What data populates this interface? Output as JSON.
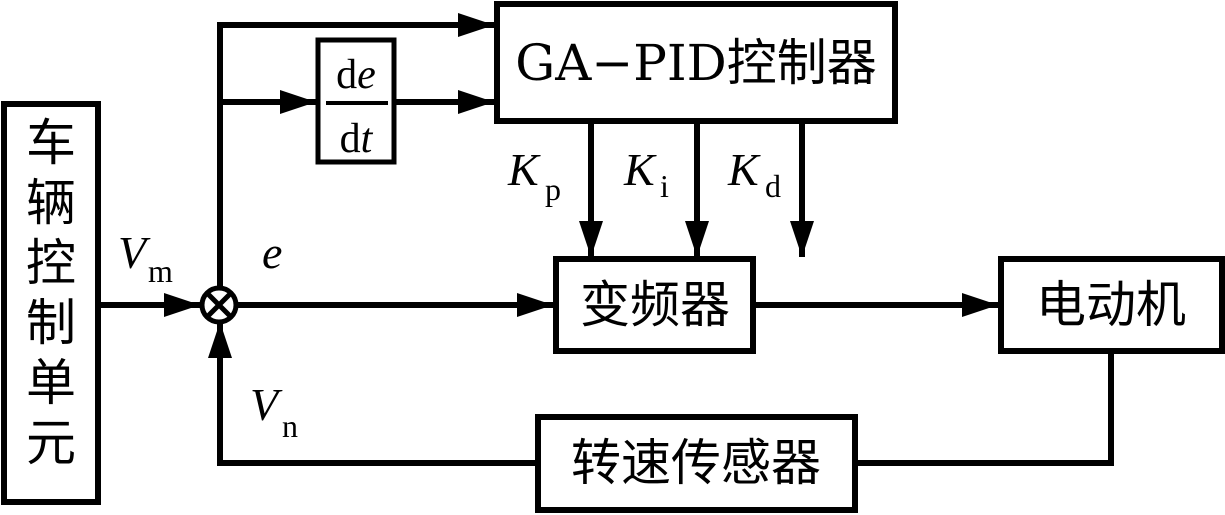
{
  "diagram": {
    "type": "control-block-diagram",
    "blocks": {
      "vehicle_control_unit": {
        "label": [
          "车",
          "辆",
          "控",
          "制",
          "单",
          "元"
        ]
      },
      "derivative": {
        "numerator_d": "d",
        "numerator_var": "e",
        "denominator_d": "d",
        "denominator_var": "t"
      },
      "ga_pid_controller": {
        "label": "GA−PID控制器"
      },
      "frequency_converter": {
        "label": "变频器"
      },
      "electric_motor": {
        "label": "电动机"
      },
      "speed_sensor": {
        "label": "转速传感器"
      }
    },
    "summing_junction": {
      "symbol": "⊗"
    },
    "signals": {
      "vm": {
        "main": "V",
        "sub": "m"
      },
      "vn": {
        "main": "V",
        "sub": "n"
      },
      "e": {
        "main": "e"
      },
      "kp": {
        "main": "K",
        "sub": "p"
      },
      "ki": {
        "main": "K",
        "sub": "i"
      },
      "kd": {
        "main": "K",
        "sub": "d"
      }
    },
    "stroke_color": "#000000",
    "background_color": "#ffffff"
  }
}
